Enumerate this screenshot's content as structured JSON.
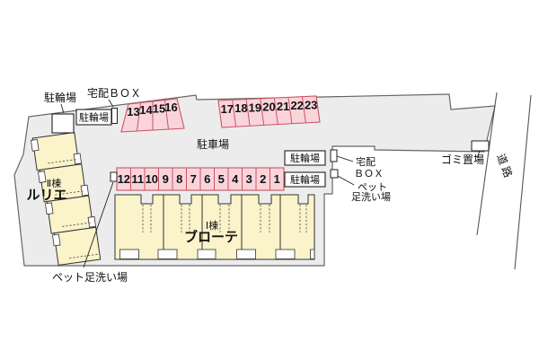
{
  "labels": {
    "bicycle_tl": "駐輪場",
    "delivery_tl": "宅配ＢＯＸ",
    "bicycle_a": "駐輪場",
    "parking_lot": "駐車場",
    "bicycle_b": "駐輪場",
    "bicycle_c": "駐輪場",
    "delivery_r1": "宅配",
    "delivery_r2": "ＢＯＸ",
    "pet_r1": "ペット",
    "pet_r2": "足洗い場",
    "garbage": "ゴミ置場",
    "road": "道路",
    "pet_bottom": "ペット足洗い場"
  },
  "buildings": {
    "b2": {
      "label": "Ⅱ棟",
      "name": "ルリエ"
    },
    "b1": {
      "label": "Ⅰ棟",
      "name": "ブローテ"
    }
  },
  "parking": {
    "upper_left": [
      "13",
      "14",
      "15",
      "16"
    ],
    "upper_right": [
      "17",
      "18",
      "19",
      "20",
      "21",
      "22",
      "23"
    ],
    "main": [
      "12",
      "11",
      "10",
      "9",
      "8",
      "7",
      "6",
      "5",
      "4",
      "3",
      "2",
      "1"
    ]
  },
  "colors": {
    "background": "#ffffff",
    "site_fill": "#ececec",
    "site_stroke": "#666666",
    "building_fill": "#fbf3c9",
    "building_stroke": "#333333",
    "stall_fill": "#f9d5db",
    "stall_stroke": "#cc5360",
    "text": "#111111"
  }
}
